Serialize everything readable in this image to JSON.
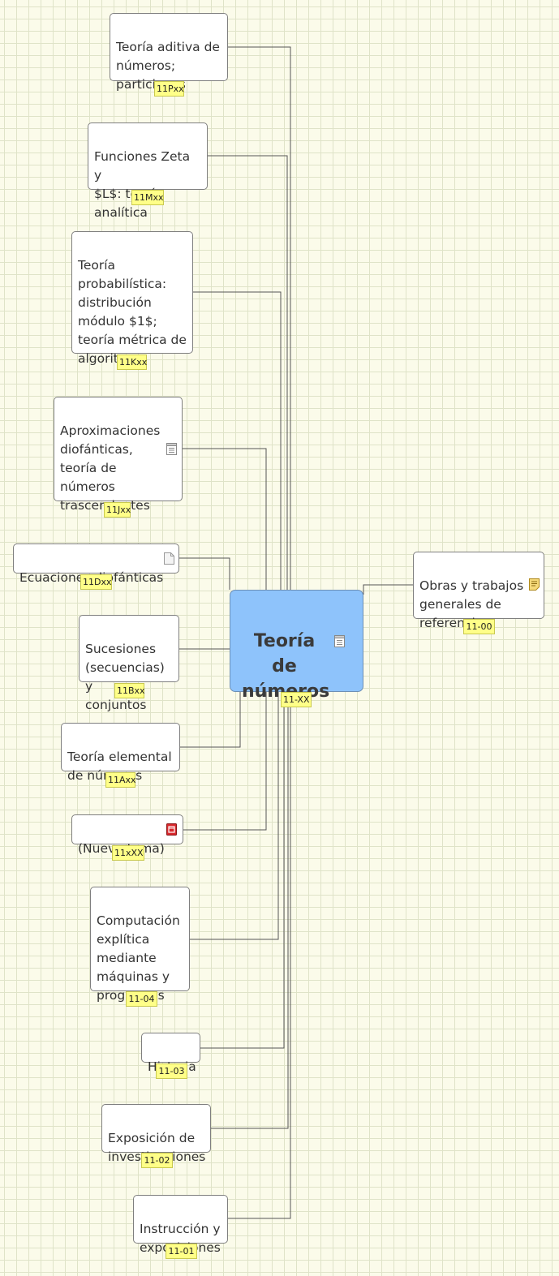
{
  "central": {
    "label": "Teoría\nde\nnúmeros",
    "code": "11-XX"
  },
  "topics": {
    "particiones": {
      "label": "Teoría aditiva de\nnúmeros;\nparticiones",
      "code": "11Pxx"
    },
    "zeta": {
      "label": "Funciones Zeta y\n$L$: teoría\nanalítica",
      "code": "11Mxx"
    },
    "probabilistica": {
      "label": "Teoría\nprobabilística:\ndistribución\nmódulo $1$;\nteoría métrica de\nalgoritmos",
      "code": "11Kxx"
    },
    "aproximaciones": {
      "label": "Aproximaciones\ndiofánticas,\nteoría de\nnúmeros\ntrascendentes",
      "code": "11Jxx"
    },
    "ecuaciones": {
      "label": "Ecuaciones diofánticas",
      "code": "11Dxx"
    },
    "sucesiones": {
      "label": "Sucesiones\n(secuencias) y\nconjuntos",
      "code": "11Bxx"
    },
    "elemental": {
      "label": "Teoría elemental\nde números",
      "code": "11Axx"
    },
    "nuevo": {
      "label": "(Nuevo tema)",
      "code": "11xXX"
    },
    "computacion": {
      "label": "Computación\nexplítica\nmediante\nmáquinas y\nprogramas",
      "code": "11-04"
    },
    "historia": {
      "label": "Historia",
      "code": "11-03"
    },
    "exposicion": {
      "label": "Exposición de\ninvestigaciones",
      "code": "11-02"
    },
    "instruccion": {
      "label": "Instrucción y\nexposiciones",
      "code": "11-01"
    },
    "obras": {
      "label": "Obras y trabajos\ngenerales de\nreferencia",
      "code": "11-00"
    }
  },
  "icons": {
    "central": "notes-icon",
    "aproximaciones": "notes-icon",
    "ecuaciones": "document-icon",
    "nuevo": "flag-icon",
    "obras": "sticky-note-icon"
  },
  "colors": {
    "central_fill": "#8ec3fb",
    "tag_fill": "#ffff88",
    "grid": "#dfe3c8",
    "background": "#fbfbea",
    "connector": "#555555"
  }
}
